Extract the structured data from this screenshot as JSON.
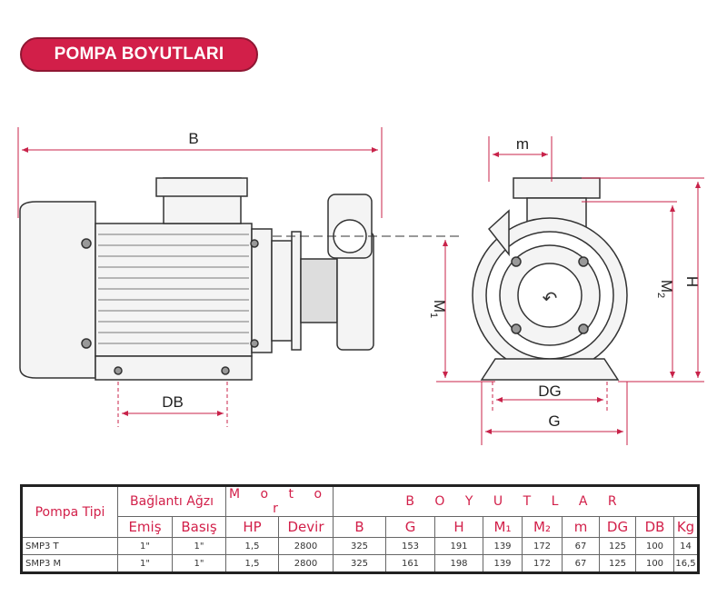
{
  "title": "POMPA BOYUTLARI",
  "dimensions": {
    "B": "B",
    "DB": "DB",
    "m": "m",
    "M1": "M",
    "M1_sub": "1",
    "M2": "M",
    "M2_sub": "2",
    "H": "H",
    "DG": "DG",
    "G": "G",
    "rotation_arrow": "↶"
  },
  "table": {
    "pump_type": "Pompa Tipi",
    "connection": "Bağlantı Ağzı",
    "suction": "Emiş",
    "discharge": "Basış",
    "motor": "M o t o r",
    "hp": "HP",
    "speed": "Devir",
    "dimensions": "B O Y U T L A R",
    "columns": [
      "B",
      "G",
      "H",
      "M₁",
      "M₂",
      "m",
      "DG",
      "DB",
      "Kg"
    ],
    "rows": [
      [
        "SMP3 T",
        "1\"",
        "1\"",
        "1,5",
        "2800",
        "325",
        "153",
        "191",
        "139",
        "172",
        "67",
        "125",
        "100",
        "14"
      ],
      [
        "SMP3 M",
        "1\"",
        "1\"",
        "1,5",
        "2800",
        "325",
        "161",
        "198",
        "139",
        "172",
        "67",
        "125",
        "100",
        "16,5"
      ]
    ]
  },
  "colors": {
    "accent": "#d21f49",
    "dim": "#c8234a"
  }
}
